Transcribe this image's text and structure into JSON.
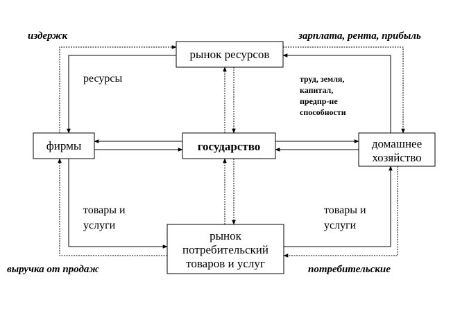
{
  "nodes": {
    "resource_market": "рынок ресурсов",
    "firms": "фирмы",
    "government": "государство",
    "households": [
      "домашнее",
      "хозяйство"
    ],
    "consumer_market": [
      "рынок",
      "потребительский",
      "товаров и услуг"
    ]
  },
  "flows": {
    "resources": "ресурсы",
    "factors": [
      "труд, земля,",
      "капитал,",
      "предпр-не",
      "способности"
    ],
    "goods_left": [
      "товары и",
      "услуги"
    ],
    "goods_right": [
      "товары и",
      "услуги"
    ]
  },
  "money_flows": {
    "costs": "издержк",
    "income": "зарплата, рента, прибыль",
    "revenue": "выручка от продаж",
    "consumer_spending": "потребительские"
  }
}
